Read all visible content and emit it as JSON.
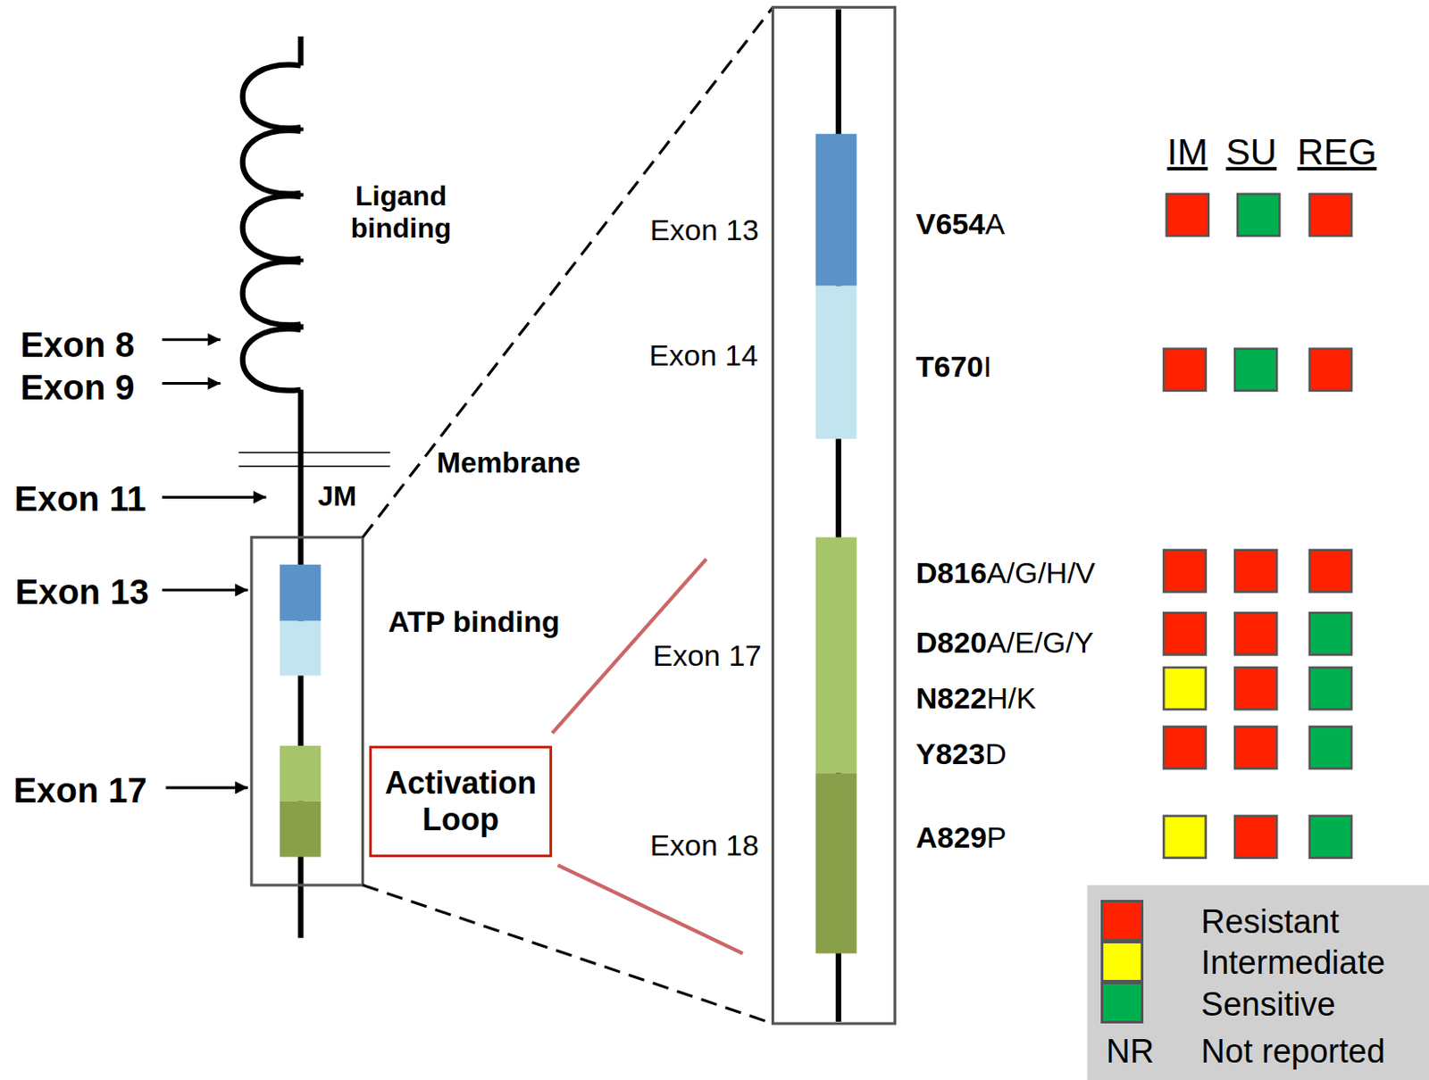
{
  "diagram": {
    "nodes": [
      {
        "text": [
          "Activation Loop"
        ]
      }
    ],
    "labels": [
      "Ligand binding",
      "Exon 8",
      "Exon 9",
      "Membrane",
      "Exon 11",
      "JM",
      "Exon 13",
      "ATP binding",
      "Exon 17",
      "Exon 13",
      "Exon 14",
      "Exon 17",
      "Exon 18",
      "IM",
      "SU",
      "REG",
      "V654A",
      "T670I",
      "D816A/G/H/V",
      "D820A/E/G/Y",
      "N822H/K",
      "Y823D",
      "A829P",
      "NR"
    ],
    "legend": [
      {
        "text": "Resistant",
        "color": "#FF2200"
      },
      {
        "text": "Intermediate",
        "color": "#FFFF00"
      },
      {
        "text": "Sensitive",
        "color": "#00B050"
      },
      {
        "text": "Not reported"
      }
    ]
  }
}
